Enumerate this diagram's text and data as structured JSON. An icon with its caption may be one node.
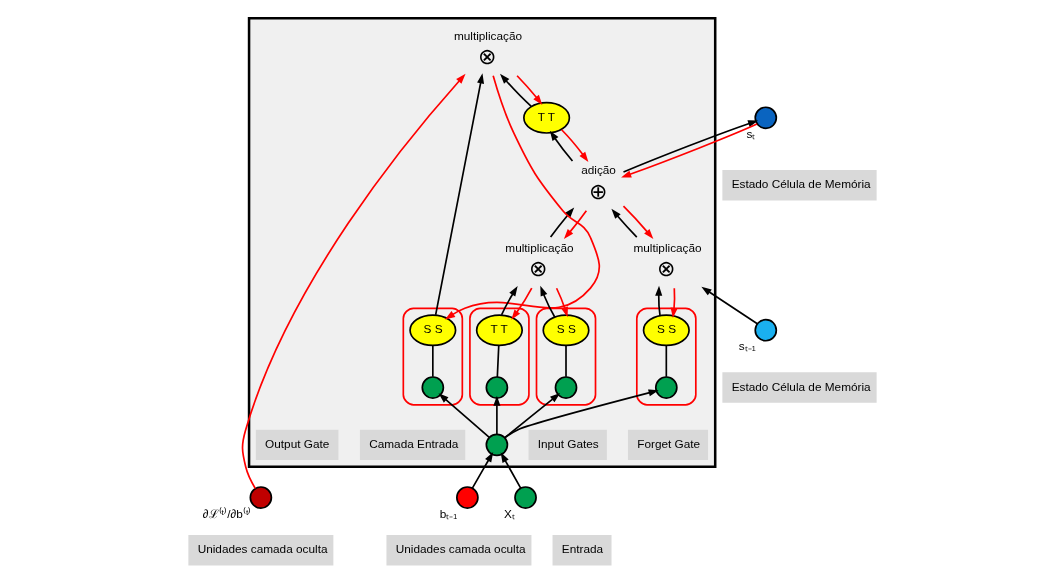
{
  "diagram": {
    "nodes": [
      {
        "text": [],
        "shape": "box"
      },
      {
        "text": [],
        "shape": "circle",
        "beside": [
          "sₜ₋₁"
        ]
      },
      {
        "text": [
          "Estado Célula de Memória"
        ]
      },
      {
        "text": [
          "⊗"
        ],
        "beside": [
          "multiplicação"
        ],
        "in": 0
      },
      {
        "text": [
          "⊕"
        ],
        "beside": [
          "adição"
        ],
        "in": 0
      },
      {
        "text": [],
        "shape": "circle",
        "beside": [
          "sₜ"
        ]
      },
      {
        "text": [
          "Estado Célula de Memória"
        ]
      },
      {
        "text": [
          "T T"
        ],
        "in": 0
      },
      {
        "text": [
          "⊗"
        ],
        "beside": [
          "multiplicação"
        ],
        "in": 0
      },
      {
        "text": [
          "⊗"
        ],
        "beside": [
          "multiplicação"
        ],
        "in": 0
      },
      {
        "text": [],
        "shape": "box",
        "in": 0
      },
      {
        "text": [
          "S S"
        ],
        "in": 10
      },
      {
        "text": [],
        "shape": "circle",
        "in": 10
      },
      {
        "text": [],
        "shape": "box",
        "in": 0
      },
      {
        "text": [
          "S S"
        ],
        "in": 13
      },
      {
        "text": [],
        "shape": "circle",
        "in": 13
      },
      {
        "text": [],
        "shape": "box",
        "in": 0
      },
      {
        "text": [
          "T T"
        ],
        "in": 16
      },
      {
        "text": [],
        "shape": "circle",
        "in": 16
      },
      {
        "text": [],
        "shape": "box",
        "in": 0
      },
      {
        "text": [
          "S S"
        ],
        "in": 19
      },
      {
        "text": [],
        "shape": "circle",
        "in": 19
      },
      {
        "text": [
          "Forget Gate"
        ],
        "in": 0
      },
      {
        "text": [
          "Input Gates"
        ],
        "in": 0
      },
      {
        "text": [
          "Camada Entrada"
        ],
        "in": 0
      },
      {
        "text": [
          "Output Gate"
        ],
        "in": 0
      },
      {
        "text": [],
        "shape": "circle",
        "beside": [
          "∂ℒ⁽ᵗ⁾/∂b⁽ᵗ⁾"
        ]
      },
      {
        "text": [
          "Unidades camada oculta"
        ]
      },
      {
        "text": [],
        "shape": "circle",
        "in": 0
      },
      {
        "text": [],
        "shape": "circle",
        "beside": [
          "bₜ₋₁"
        ]
      },
      {
        "text": [
          "Unidades camada oculta"
        ]
      },
      {
        "text": [
          "Entrada"
        ]
      },
      {
        "text": [],
        "shape": "circle",
        "beside": [
          "Xₜ"
        ]
      }
    ],
    "edges": [
      {
        "from": 1,
        "to": 3,
        "arrow": "to"
      },
      {
        "from": 3,
        "to": 4,
        "arrow": "to"
      },
      {
        "from": 4,
        "to": 3,
        "arrow": "to",
        "color": "#ff0000"
      },
      {
        "from": 4,
        "to": 5,
        "arrow": "to"
      },
      {
        "from": 5,
        "to": 4,
        "arrow": "to",
        "color": "#ff0000"
      },
      {
        "from": 4,
        "to": 7,
        "arrow": "to"
      },
      {
        "from": 7,
        "to": 4,
        "arrow": "to",
        "color": "#ff0000"
      },
      {
        "from": 7,
        "to": 9,
        "arrow": "to"
      },
      {
        "from": 9,
        "to": 7,
        "arrow": "to",
        "color": "#ff0000"
      },
      {
        "from": 3,
        "to": 11,
        "arrow": "to",
        "color": "#ff0000"
      },
      {
        "from": 11,
        "to": 3,
        "arrow": "to"
      },
      {
        "from": 8,
        "to": 4,
        "arrow": "to"
      },
      {
        "from": 4,
        "to": 8,
        "arrow": "to",
        "color": "#ff0000"
      },
      {
        "from": 14,
        "to": 8,
        "arrow": "to"
      },
      {
        "from": 8,
        "to": 14,
        "arrow": "to",
        "color": "#ff0000"
      },
      {
        "from": 17,
        "to": 8,
        "arrow": "to"
      },
      {
        "from": 8,
        "to": 17,
        "arrow": "to",
        "color": "#ff0000"
      },
      {
        "from": 20,
        "to": 9,
        "arrow": "to"
      },
      {
        "from": 9,
        "to": 20,
        "arrow": "to",
        "color": "#ff0000"
      },
      {
        "from": 26,
        "to": 9,
        "arrow": "to",
        "color": "#ff0000"
      },
      {
        "from": 29,
        "to": 28,
        "arrow": "to"
      },
      {
        "from": 32,
        "to": 28,
        "arrow": "to"
      },
      {
        "from": 28,
        "to": 12,
        "arrow": "to"
      },
      {
        "from": 28,
        "to": 15,
        "arrow": "to"
      },
      {
        "from": 28,
        "to": 18,
        "arrow": "to"
      },
      {
        "from": 28,
        "to": 21,
        "arrow": "to"
      },
      {
        "from": 12,
        "to": 11,
        "arrow": "none"
      },
      {
        "from": 15,
        "to": 14,
        "arrow": "none"
      },
      {
        "from": 18,
        "to": 17,
        "arrow": "none"
      },
      {
        "from": 21,
        "to": 20,
        "arrow": "none"
      }
    ]
  }
}
